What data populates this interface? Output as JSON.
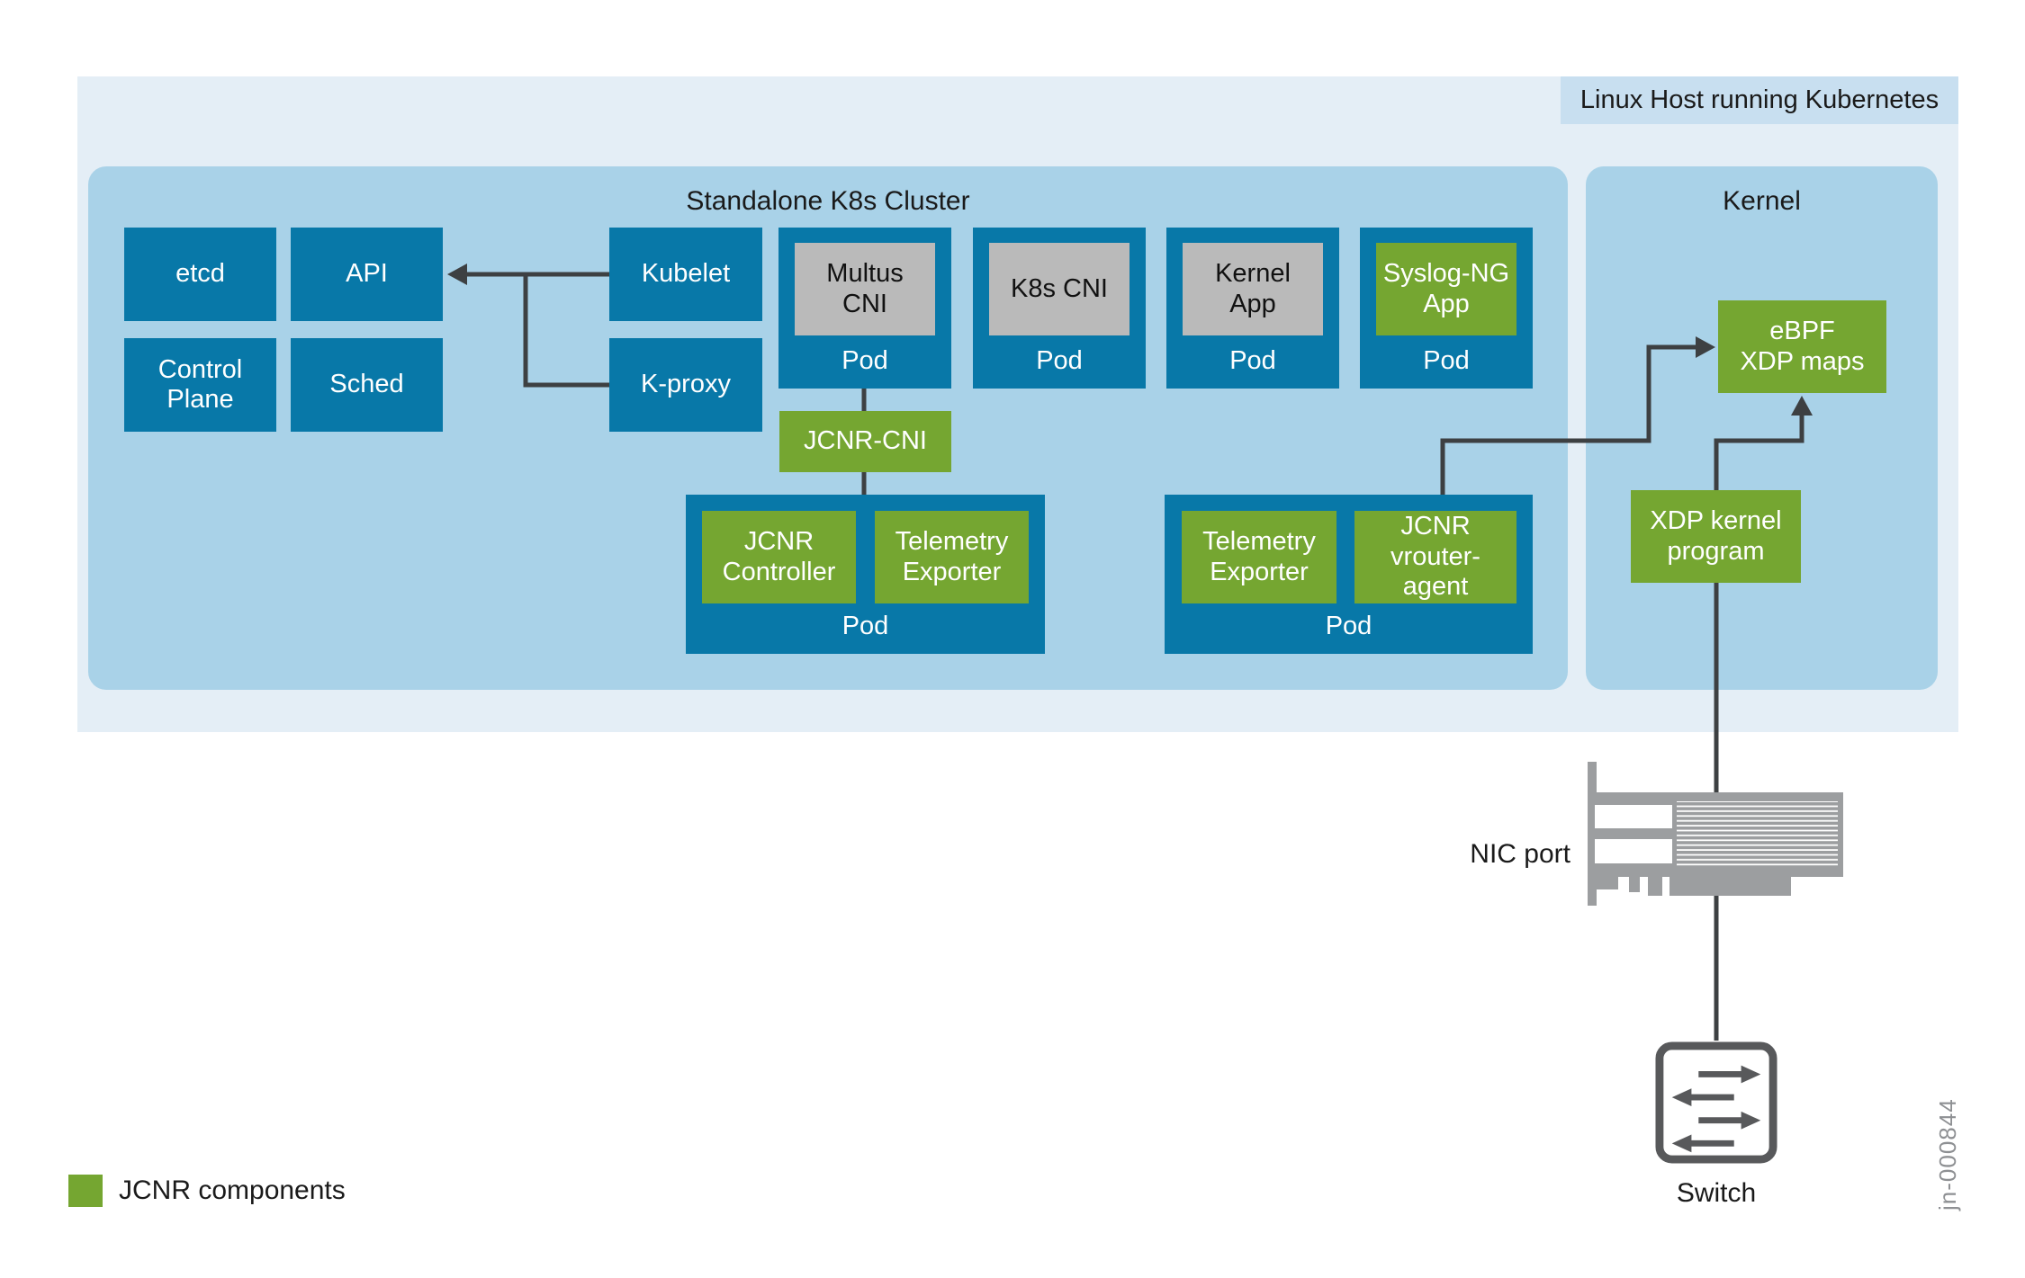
{
  "host": {
    "label": "Linux Host running Kubernetes"
  },
  "cluster": {
    "title": "Standalone K8s Cluster",
    "boxes": {
      "etcd": "etcd",
      "api": "API",
      "control_plane": "Control\nPlane",
      "sched": "Sched",
      "kubelet": "Kubelet",
      "kproxy": "K-proxy"
    },
    "jcnr_cni": "JCNR-CNI",
    "pod_label": "Pod",
    "app_pods": [
      {
        "app": "Multus\nCNI",
        "style": "gray"
      },
      {
        "app": "K8s CNI",
        "style": "gray"
      },
      {
        "app": "Kernel\nApp",
        "style": "gray"
      },
      {
        "app": "Syslog-NG\nApp",
        "style": "green"
      }
    ],
    "controller_pod": {
      "apps": [
        "JCNR\nController",
        "Telemetry\nExporter"
      ]
    },
    "vrouter_pod": {
      "apps": [
        "Telemetry\nExporter",
        "JCNR\nvrouter-\nagent"
      ]
    }
  },
  "kernel": {
    "title": "Kernel",
    "ebpf_label": "eBPF\nXDP maps",
    "xdp_label": "XDP kernel\nprogram"
  },
  "nic": {
    "label": "NIC port"
  },
  "switch": {
    "label": "Switch"
  },
  "legend": {
    "label": "JCNR components"
  },
  "figure_id": "jn-000844",
  "colors": {
    "host_bg": "#e4eef6",
    "host_label_bg": "#c8dff0",
    "section_bg": "#a9d2e8",
    "pod_blue": "#0878a8",
    "jcnr_green": "#75a631",
    "app_gray": "#bababa",
    "connector": "#3d4042",
    "hardware_gray": "#9c9ea0",
    "switch_outline": "#58595b"
  }
}
